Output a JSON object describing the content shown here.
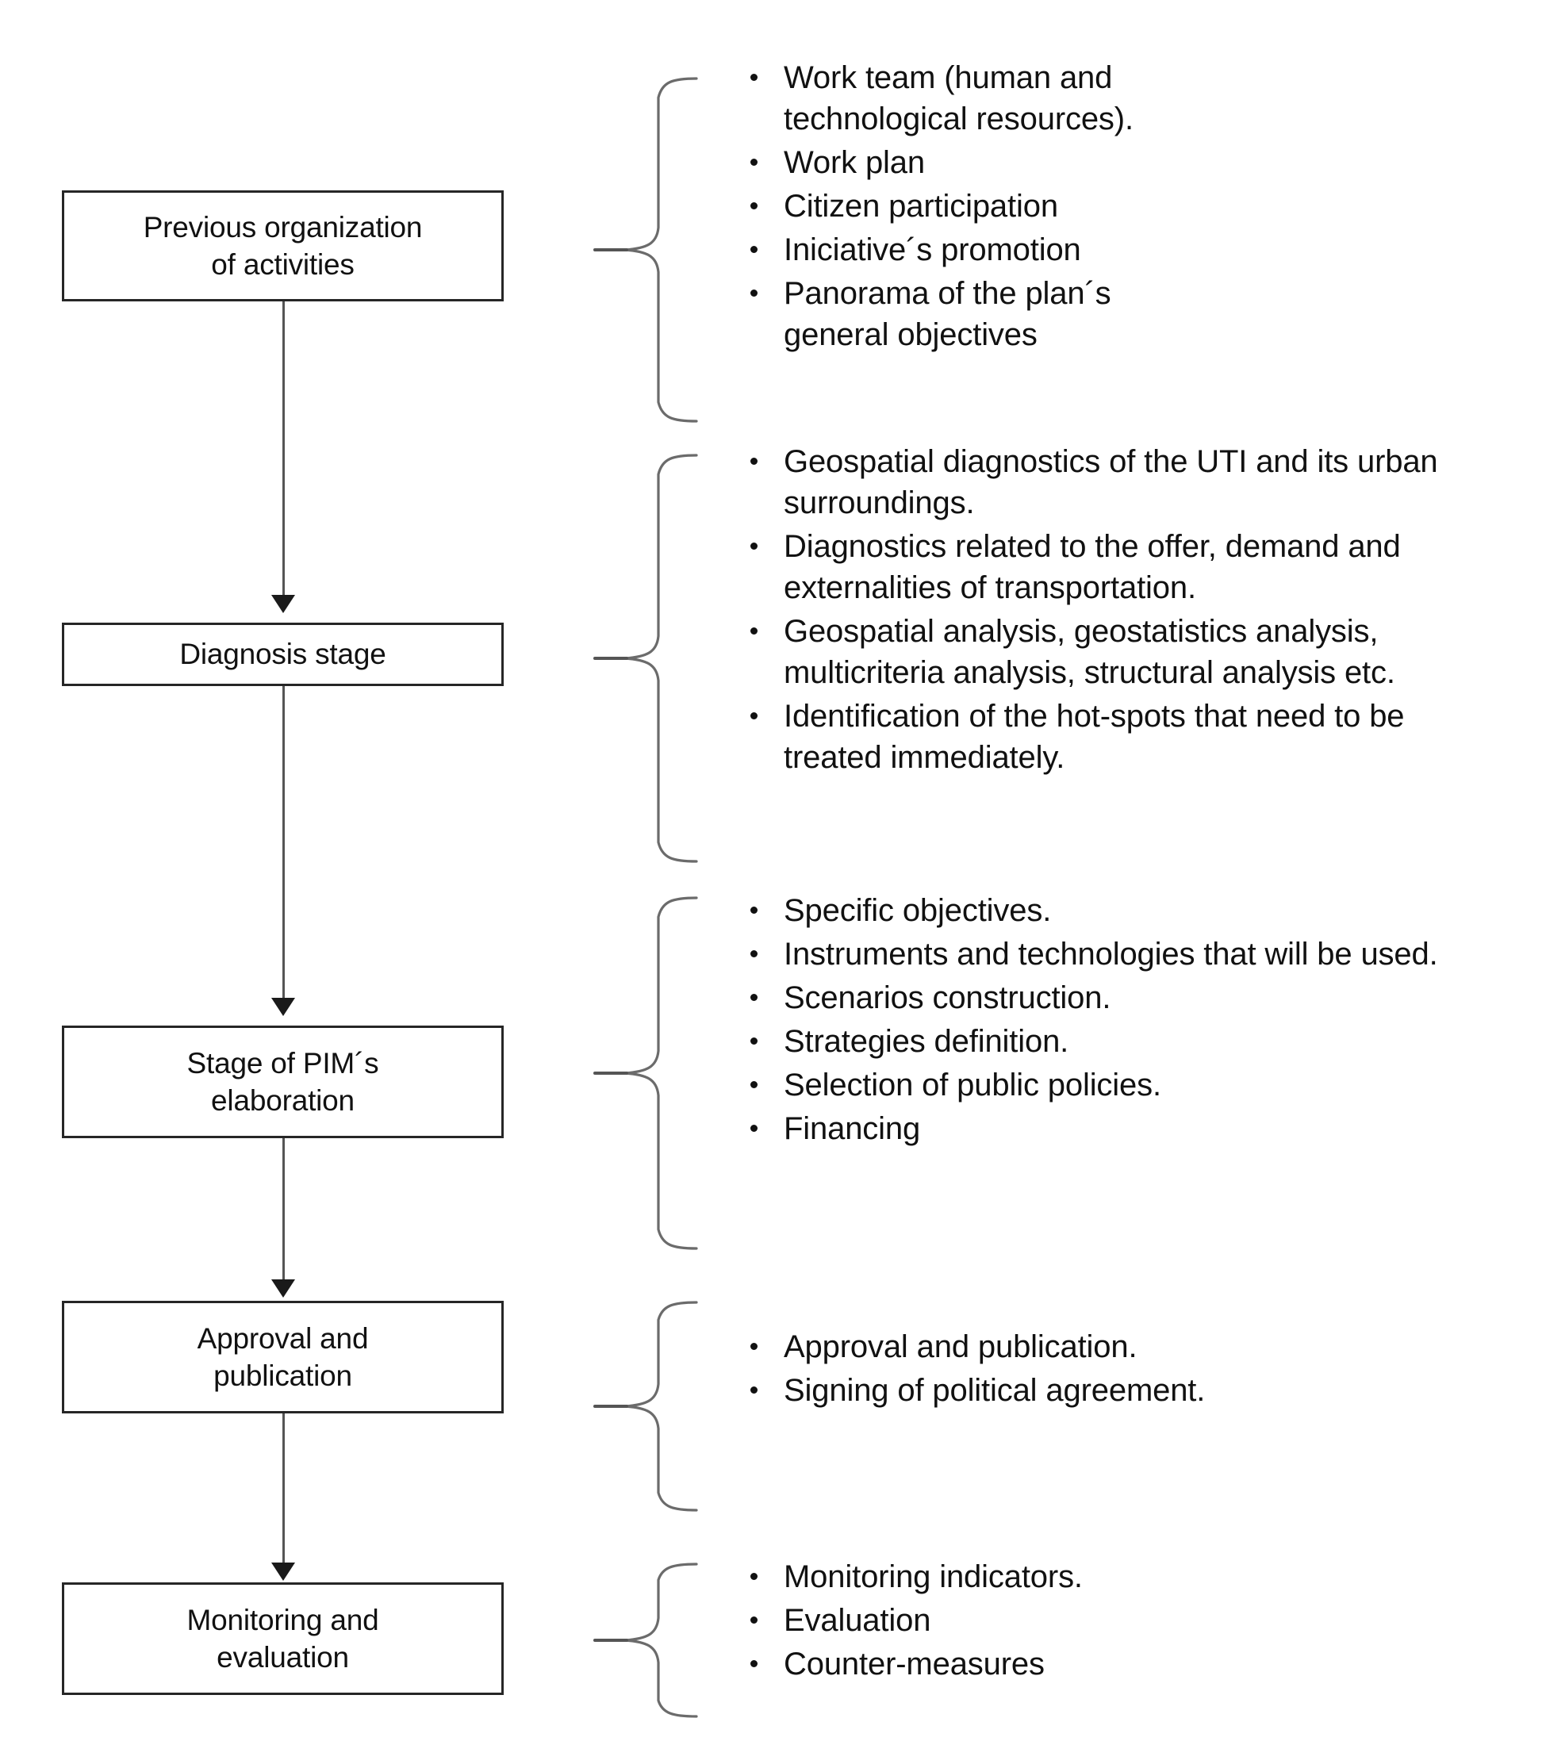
{
  "diagram": {
    "type": "flowchart",
    "title": "",
    "orientation": "vertical",
    "colors": {
      "box_border": "#262626",
      "box_fill": "#ffffff",
      "connector": "#555555",
      "brace": "#6b6b6b",
      "text": "#111111"
    },
    "stages": [
      {
        "id": "previous-organization",
        "box_label": "Previous organization\nof activities",
        "bullets": [
          "Work team (human and technological resources).",
          "Work plan",
          "Citizen participation",
          "Iniciative´s promotion",
          "Panorama of the plan´s general objectives"
        ]
      },
      {
        "id": "diagnosis-stage",
        "box_label": "Diagnosis stage",
        "bullets": [
          "Geospatial diagnostics of the UTI and its urban surroundings.",
          "Diagnostics related to the offer, demand and externalities of transportation.",
          "Geospatial analysis, geostatistics analysis, multicriteria analysis, structural analysis etc.",
          "Identification of the hot-spots that need to be treated immediately."
        ]
      },
      {
        "id": "pim-elaboration",
        "box_label": "Stage of PIM´s\nelaboration",
        "bullets": [
          "Specific objectives.",
          "Instruments and technologies that will be used.",
          "Scenarios construction.",
          "Strategies definition.",
          "Selection of public policies.",
          "Financing"
        ]
      },
      {
        "id": "approval-publication",
        "box_label": "Approval and\npublication",
        "bullets": [
          "Approval and publication.",
          "Signing of political agreement."
        ]
      },
      {
        "id": "monitoring-evaluation",
        "box_label": "Monitoring and\nevaluation",
        "bullets": [
          "Monitoring indicators.",
          "Evaluation",
          "Counter-measures"
        ]
      }
    ]
  }
}
